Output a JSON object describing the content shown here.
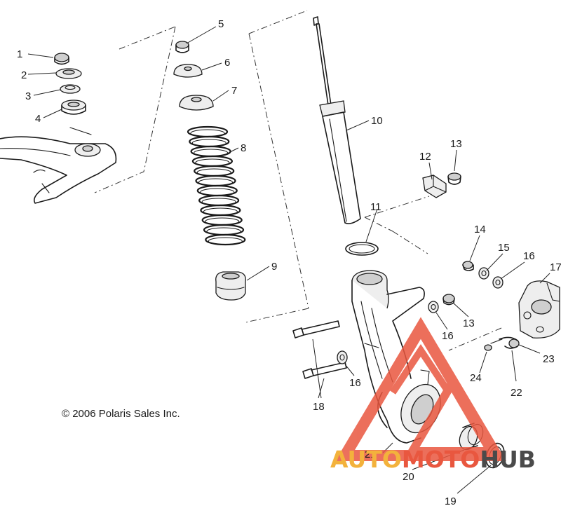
{
  "copyright": "© 2006 Polaris Sales Inc.",
  "watermark": {
    "auto": "AUTO",
    "moto": "MOTO",
    "hub": "HUB",
    "colors": {
      "auto": "#f3b23c",
      "moto": "#e9573f",
      "hub": "#4a4a4a",
      "triangle": "#e9573f"
    }
  },
  "callouts": {
    "c1": "1",
    "c2": "2",
    "c3": "3",
    "c4": "4",
    "c5": "5",
    "c6": "6",
    "c7": "7",
    "c8": "8",
    "c9": "9",
    "c10": "10",
    "c11": "11",
    "c12": "12",
    "c13a": "13",
    "c13b": "13",
    "c14": "14",
    "c15": "15",
    "c16a": "16",
    "c16b": "16",
    "c16c": "16",
    "c17": "17",
    "c18": "18",
    "c19": "19",
    "c20": "20",
    "c21": "21",
    "c22": "22",
    "c23": "23",
    "c24": "24"
  }
}
